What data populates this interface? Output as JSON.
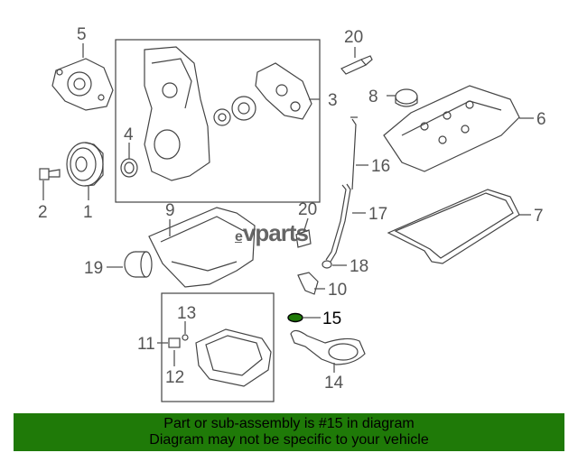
{
  "watermark": {
    "text": "vparts",
    "mark": "e"
  },
  "callouts": [
    {
      "id": "1",
      "label": "1"
    },
    {
      "id": "2",
      "label": "2"
    },
    {
      "id": "3",
      "label": "3"
    },
    {
      "id": "4",
      "label": "4"
    },
    {
      "id": "5",
      "label": "5"
    },
    {
      "id": "6",
      "label": "6"
    },
    {
      "id": "7",
      "label": "7"
    },
    {
      "id": "8",
      "label": "8"
    },
    {
      "id": "9",
      "label": "9"
    },
    {
      "id": "10",
      "label": "10"
    },
    {
      "id": "11",
      "label": "11"
    },
    {
      "id": "12",
      "label": "12"
    },
    {
      "id": "13",
      "label": "13"
    },
    {
      "id": "14",
      "label": "14"
    },
    {
      "id": "15",
      "label": "15",
      "highlighted": true
    },
    {
      "id": "16",
      "label": "16"
    },
    {
      "id": "17",
      "label": "17"
    },
    {
      "id": "18",
      "label": "18"
    },
    {
      "id": "19",
      "label": "19"
    },
    {
      "id": "20a",
      "label": "20"
    },
    {
      "id": "20b",
      "label": "20"
    }
  ],
  "banner": {
    "line1": "Part or sub-assembly is #15 in diagram",
    "line2": "Diagram may not be specific to your vehicle",
    "color": "#1f7a08"
  },
  "highlight_color": "#1f7a08"
}
